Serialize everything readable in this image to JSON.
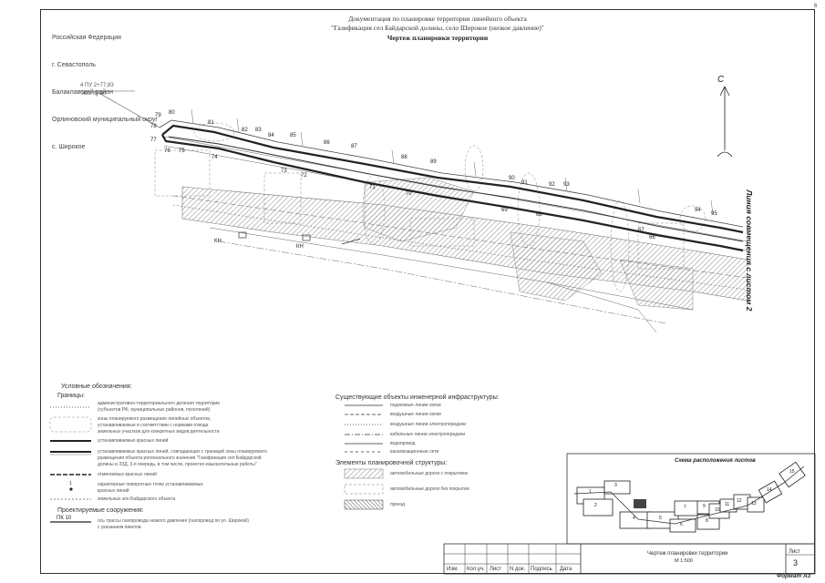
{
  "page_number": "6",
  "admin_lines": [
    "Российская Федерация",
    "г. Севастополь",
    "Балаклавский район",
    "Орлиновский муниципальный округ",
    "с. Широкое"
  ],
  "header": {
    "line1": "Документация по планировке территории линейного объекта",
    "line2": "\"Газификация сел Байдарской долины, село Широкое (низкое давление)\"",
    "title": "Чертеж планировки территории"
  },
  "north_label": "С",
  "side_label": "Линия совмещения с листом 2",
  "point_labels": [
    "79",
    "80",
    "78",
    "77",
    "76",
    "75",
    "74",
    "81",
    "82",
    "83",
    "84",
    "85",
    "86",
    "87",
    "73",
    "72",
    "71",
    "70",
    "88",
    "89",
    "90",
    "91",
    "92",
    "93",
    "69",
    "68",
    "67",
    "66",
    "94",
    "95"
  ],
  "callout_lines": [
    "4 ПУ 2+77,83",
    "хоз. пункт"
  ],
  "kn_labels": [
    "КН",
    "КН"
  ],
  "legend": {
    "title": "Условные обозначения:",
    "borders_head": "Границы:",
    "borders": [
      [
        "административно-территориального деления территории",
        "(субъектов РФ, муниципальных районов, поселений)"
      ],
      [
        "зоны планируемого размещения линейных объектов,",
        "устанавливаемые в соответствии с нормами отвода",
        "земельных участков для конкретных видов деятельности"
      ],
      [
        "устанавливаемых красных линий"
      ],
      [
        "устанавливаемых красных линий, совпадающих с границей зоны планируемого",
        "размещения объекта регионального значения \"Газификация сел Байдарской",
        "долины и ЗЗД, 3-я очередь, в том числе, проектно-изыскательные работы\""
      ],
      [
        "отменяемых красных линий"
      ],
      [
        "характерные поворотные точки устанавливаемых",
        "красных линий"
      ],
      [
        "земельных зон Байдарского объекта"
      ]
    ],
    "point_sample": "1",
    "design_head": "Проектируемые сооружения:",
    "design_code": "ПК 10",
    "design_items": [
      "ось трассы газопровода низкого давления (газопровод по ул. Широкой)",
      "с указанием пикетов"
    ],
    "utilities_head": "Существующие объекты инженерной инфраструктуры:",
    "utilities": [
      "подземные линии связи",
      "воздушные линии связи",
      "воздушные линии электропередачи",
      "кабельные линии электропередачи",
      "водопровод",
      "канализационные сети"
    ],
    "structure_head": "Элементы планировочной структуры:",
    "structure": [
      "автомобильные дороги с покрытием",
      "автомобильные дороги без покрытия",
      "проезд"
    ]
  },
  "index_map": {
    "title": "Схема расположения листов",
    "sheets": [
      "1",
      "2",
      "3",
      "4",
      "5",
      "6",
      "7",
      "8",
      "9",
      "10",
      "11",
      "12",
      "13",
      "14",
      "15"
    ]
  },
  "stamp": {
    "cols": [
      "Изм.",
      "Кол.уч.",
      "Лист",
      "N док.",
      "Подпись",
      "Дата"
    ],
    "drawing_name": "Чертеж планировки территории",
    "scale": "М 1:500",
    "sheet_label": "Лист",
    "sheet_number": "3",
    "format": "Формат А3"
  }
}
